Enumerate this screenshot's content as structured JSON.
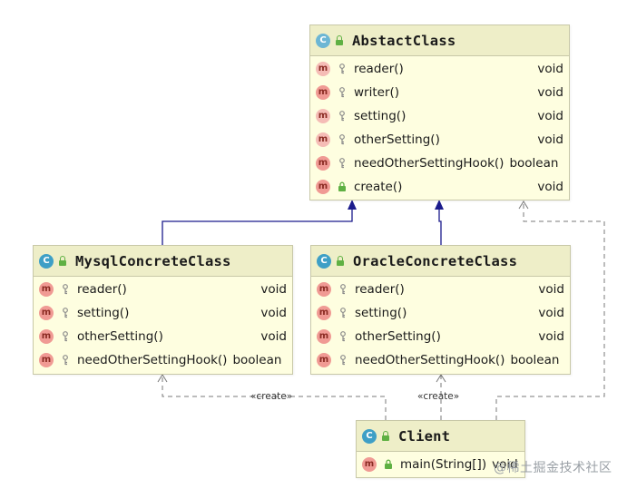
{
  "classes": {
    "abstract_class": {
      "name": "AbstactClass",
      "icon": "C",
      "methods": [
        {
          "name": "reader()",
          "type": "void"
        },
        {
          "name": "writer()",
          "type": "void"
        },
        {
          "name": "setting()",
          "type": "void"
        },
        {
          "name": "otherSetting()",
          "type": "void"
        },
        {
          "name": "needOtherSettingHook()",
          "type": "boolean"
        },
        {
          "name": "create()",
          "type": "void"
        }
      ]
    },
    "mysql": {
      "name": "MysqlConcreteClass",
      "icon": "C",
      "methods": [
        {
          "name": "reader()",
          "type": "void"
        },
        {
          "name": "setting()",
          "type": "void"
        },
        {
          "name": "otherSetting()",
          "type": "void"
        },
        {
          "name": "needOtherSettingHook()",
          "type": "boolean"
        }
      ]
    },
    "oracle": {
      "name": "OracleConcreteClass",
      "icon": "C",
      "methods": [
        {
          "name": "reader()",
          "type": "void"
        },
        {
          "name": "setting()",
          "type": "void"
        },
        {
          "name": "otherSetting()",
          "type": "void"
        },
        {
          "name": "needOtherSettingHook()",
          "type": "boolean"
        }
      ]
    },
    "client": {
      "name": "Client",
      "icon": "C",
      "methods": [
        {
          "name": "main(String[])",
          "type": "void"
        }
      ]
    }
  },
  "method_icon": "m",
  "edges": {
    "create_label_left": "«create»",
    "create_label_right": "«create»"
  },
  "watermark": "@稀土掘金技术社区",
  "colors": {
    "inheritance_line": "#1b1b8c",
    "dependency_line": "#7a7a7a",
    "class_icon": "#3e9fc6",
    "method_icon": "#f09a94",
    "lock": "#5fb043"
  }
}
